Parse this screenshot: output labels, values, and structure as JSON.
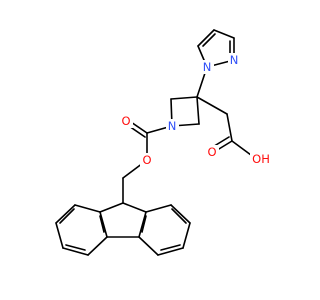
{
  "colors": {
    "bond": "#000000",
    "oxygen": "#ff0d0d",
    "nitrogen": "#3050f8",
    "background": "#ffffff"
  },
  "atoms": {
    "pyrazole_n2": {
      "symbol": "N",
      "color": "nitrogen"
    },
    "pyrazole_n1": {
      "symbol": "N",
      "color": "nitrogen"
    },
    "azetidine_n": {
      "symbol": "N",
      "color": "nitrogen"
    },
    "carbamate_o_double": {
      "symbol": "O",
      "color": "oxygen"
    },
    "carbamate_o_ester": {
      "symbol": "O",
      "color": "oxygen"
    },
    "acid_o_double": {
      "symbol": "O",
      "color": "oxygen"
    },
    "acid_oh": {
      "symbol": "OH",
      "color": "oxygen"
    }
  }
}
